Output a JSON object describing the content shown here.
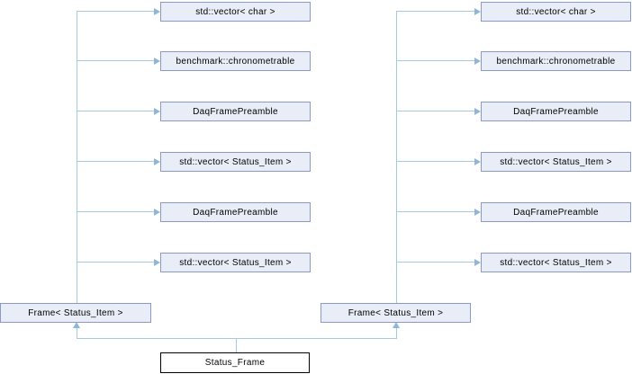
{
  "diagram": {
    "type": "class-collaboration-graph",
    "colors": {
      "background": "#ffffff",
      "node_fill": "#e9edf7",
      "node_border": "#8b99c6",
      "main_node_fill": "#ffffff",
      "main_node_border": "#000000",
      "edge_color": "#a6c9df",
      "arrow_color": "#8db6d7",
      "text_color": "#000000"
    },
    "main_node": "Status_Frame",
    "base_nodes": [
      "Frame< Status_Item >",
      "Frame< Status_Item >"
    ],
    "left_members": [
      "std::vector< char >",
      "benchmark::chronometrable",
      "DaqFramePreamble",
      "std::vector< Status_Item >",
      "DaqFramePreamble",
      "std::vector< Status_Item >"
    ],
    "right_members": [
      "std::vector< char >",
      "benchmark::chronometrable",
      "DaqFramePreamble",
      "std::vector< Status_Item >",
      "DaqFramePreamble",
      "std::vector< Status_Item >"
    ]
  }
}
